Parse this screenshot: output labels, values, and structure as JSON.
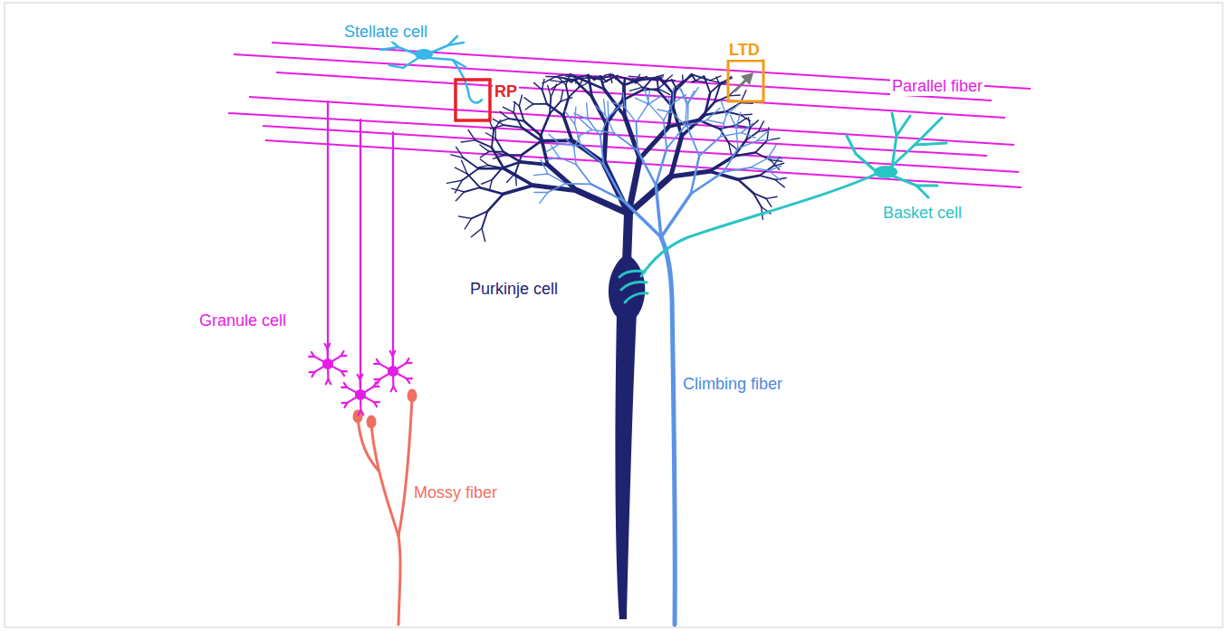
{
  "diagram": {
    "labels": [
      "Stellate cell",
      "RP",
      "LTD",
      "Parallel fiber",
      "Basket cell",
      "Purkinje cell",
      "Granule cell",
      "Climbing fiber",
      "Mossy fiber"
    ]
  }
}
